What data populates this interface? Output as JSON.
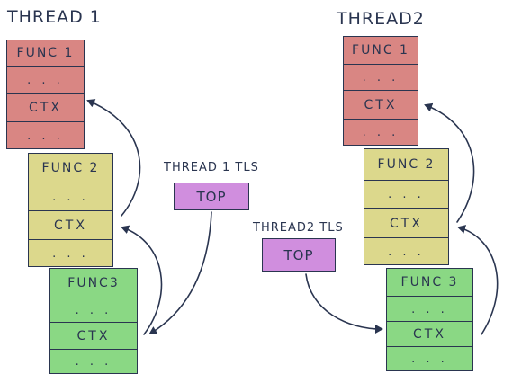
{
  "thread1": {
    "title": "THREAD 1",
    "func1": {
      "name": "FUNC 1",
      "row1": ". . .",
      "ctx": "CTX",
      "row3": ". . ."
    },
    "func2": {
      "name": "FUNC 2",
      "row1": ". . .",
      "ctx": "CTX",
      "row3": ". . ."
    },
    "func3": {
      "name": "FUNC3",
      "row1": ". . .",
      "ctx": "CTX",
      "row3": ". . ."
    },
    "tls_label": "THREAD 1  TLS",
    "top": "TOP"
  },
  "thread2": {
    "title": "THREAD2",
    "func1": {
      "name": "FUNC 1",
      "row1": ". . .",
      "ctx": "CTX",
      "row3": ". . ."
    },
    "func2": {
      "name": "FUNC 2",
      "row1": ". . .",
      "ctx": "CTX",
      "row3": ". . ."
    },
    "func3": {
      "name": "FUNC 3",
      "row1": ". . .",
      "ctx": "CTX",
      "row3": ". . ."
    },
    "tls_label": "THREAD2 TLS",
    "top": "TOP"
  },
  "colors": {
    "func1": "#d98683",
    "func2": "#dcd88c",
    "func3": "#8ad884",
    "top": "#d08ede",
    "ink": "#2a3550"
  }
}
